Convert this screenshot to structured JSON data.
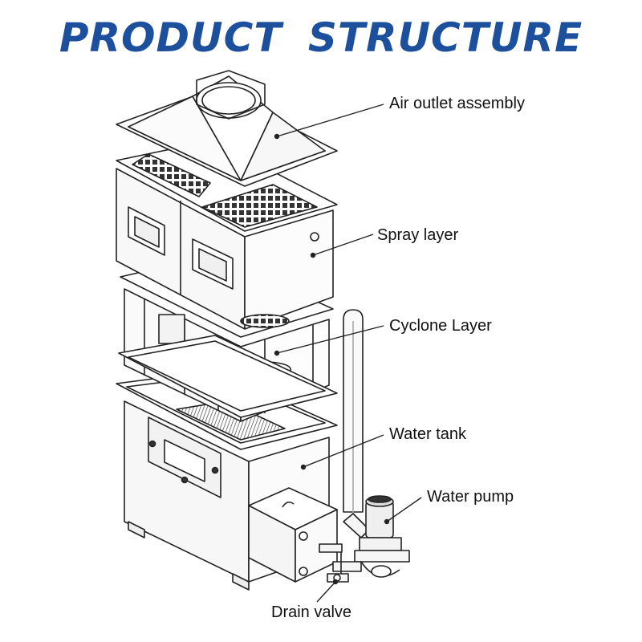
{
  "title": "PRODUCT  STRUCTURE",
  "colors": {
    "title": "#1c4f9c",
    "line": "#222222",
    "panel": "#f6f6f6"
  },
  "labels": {
    "air_outlet": "Air outlet assembly",
    "spray_layer": "Spray layer",
    "cyclone_layer": "Cyclone Layer",
    "water_tank": "Water tank",
    "water_pump": "Water pump",
    "drain_valve": "Drain valve"
  }
}
